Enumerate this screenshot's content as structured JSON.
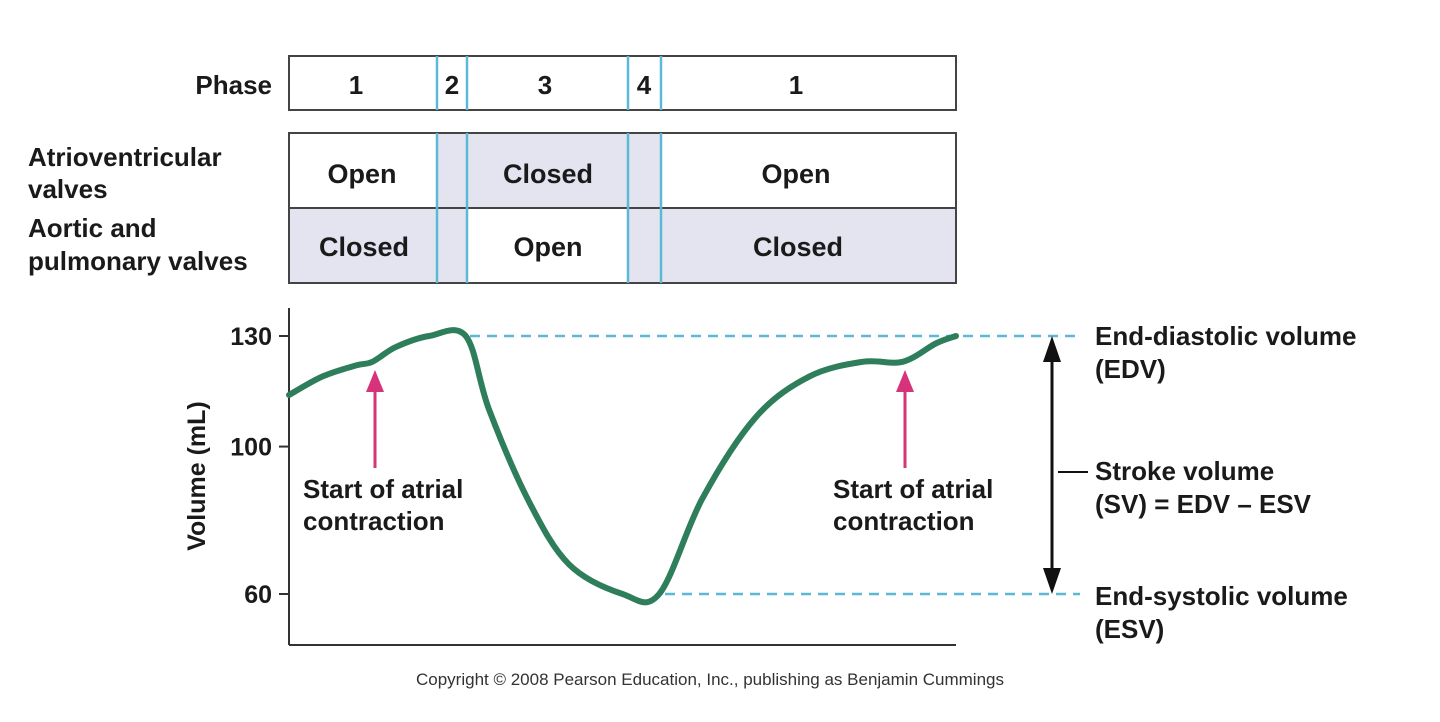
{
  "phase_row": {
    "label": "Phase",
    "phases": [
      "1",
      "2",
      "3",
      "4",
      "1"
    ]
  },
  "valves": {
    "av_label": [
      "Atrioventricular",
      "valves"
    ],
    "semilunar_label": [
      "Aortic and",
      "pulmonary valves"
    ],
    "av_states": [
      "Open",
      "Closed",
      "Open"
    ],
    "semilunar_states": [
      "Closed",
      "Open",
      "Closed"
    ],
    "highlight_color": "#e4e4f1",
    "divider_color": "#5bb8d6"
  },
  "chart_data": {
    "type": "line",
    "ylabel": "Volume (mL)",
    "yticks": [
      130,
      100,
      60
    ],
    "ylim": [
      50,
      138
    ],
    "series": [
      {
        "values_description_free": true,
        "points": [
          {
            "t": 0.0,
            "v": 114
          },
          {
            "t": 0.05,
            "v": 119
          },
          {
            "t": 0.1,
            "v": 122
          },
          {
            "t": 0.125,
            "v": 123
          },
          {
            "t": 0.16,
            "v": 127
          },
          {
            "t": 0.21,
            "v": 130
          },
          {
            "t": 0.265,
            "v": 130
          },
          {
            "t": 0.3,
            "v": 110
          },
          {
            "t": 0.36,
            "v": 85
          },
          {
            "t": 0.42,
            "v": 68
          },
          {
            "t": 0.5,
            "v": 60
          },
          {
            "t": 0.555,
            "v": 60
          },
          {
            "t": 0.62,
            "v": 86
          },
          {
            "t": 0.7,
            "v": 108
          },
          {
            "t": 0.78,
            "v": 119
          },
          {
            "t": 0.86,
            "v": 123
          },
          {
            "t": 0.92,
            "v": 123
          },
          {
            "t": 0.97,
            "v": 128
          },
          {
            "t": 1.0,
            "v": 130
          }
        ]
      }
    ],
    "line_color": "#2e7d5b",
    "arrow_color": "#d6337a",
    "dashed_color": "#5bb8d6",
    "annotations": [
      "Start of atrial",
      "contraction"
    ],
    "edv_label": [
      "End-diastolic volume",
      "(EDV)"
    ],
    "sv_label": [
      "Stroke volume",
      "(SV) = EDV – ESV"
    ],
    "esv_label": [
      "End-systolic volume",
      "(ESV)"
    ]
  },
  "copyright": "Copyright © 2008 Pearson Education, Inc., publishing as Benjamin Cummings"
}
